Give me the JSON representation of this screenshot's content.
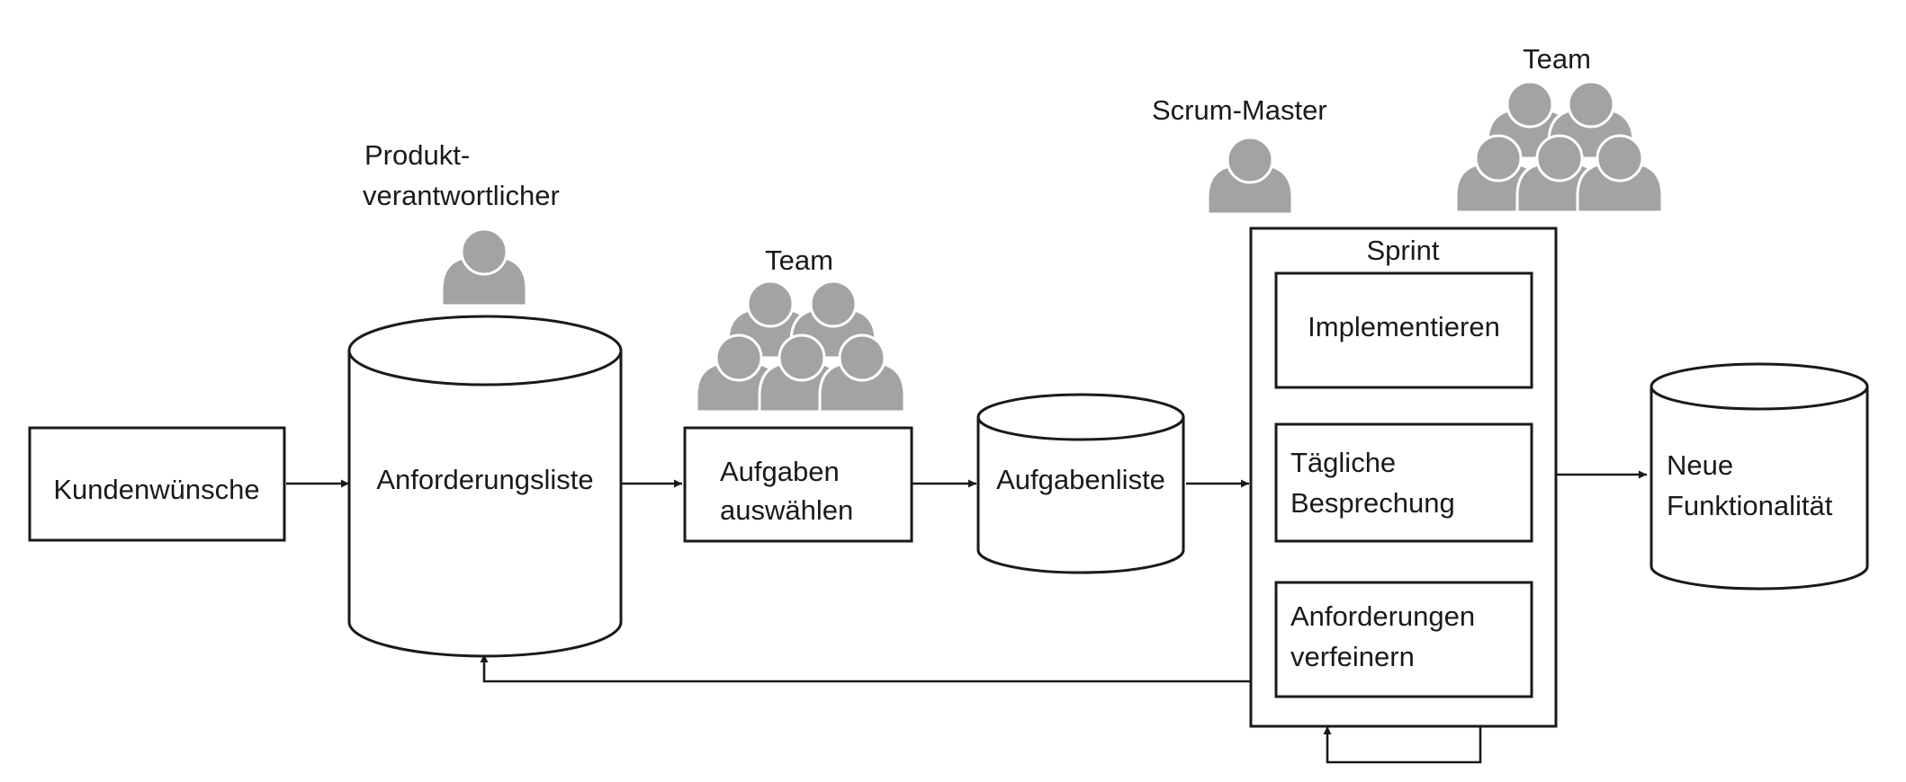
{
  "diagram": {
    "kundenwuensche": "Kundenwünsche",
    "product_owner": [
      "Produkt-",
      "verantwortlicher"
    ],
    "anforderungsliste": "Anforderungsliste",
    "team_label_1": "Team",
    "aufgaben_auswaehlen": [
      "Aufgaben",
      "auswählen"
    ],
    "aufgabenliste": "Aufgabenliste",
    "scrum_master": "Scrum-Master",
    "team_label_2": "Team",
    "sprint": "Sprint",
    "implementieren": "Implementieren",
    "taegliche_besprechung": [
      "Tägliche",
      "Besprechung"
    ],
    "anforderungen_verfeinern": [
      "Anforderungen",
      "verfeinern"
    ],
    "neue_funktionalitaet": [
      "Neue",
      "Funktionalität"
    ]
  },
  "colors": {
    "stroke": "#1a1a1a",
    "person_fill": "#a3a3a3",
    "background": "#ffffff"
  },
  "icons": [
    "person-icon",
    "team-group-icon",
    "arrowhead-icon"
  ]
}
